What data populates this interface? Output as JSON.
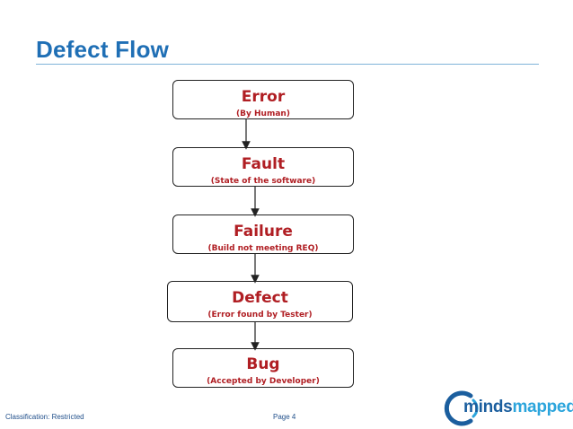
{
  "slide": {
    "title": "Defect Flow",
    "classification": "Classification: Restricted",
    "page": "Page 4"
  },
  "flow": [
    {
      "title": "Error",
      "subtitle": "(By Human)"
    },
    {
      "title": "Fault",
      "subtitle": "(State of the software)"
    },
    {
      "title": "Failure",
      "subtitle": "(Build not meeting REQ)"
    },
    {
      "title": "Defect",
      "subtitle": "(Error found  by Tester)"
    },
    {
      "title": "Bug",
      "subtitle": "(Accepted by Developer)"
    }
  ],
  "logo": {
    "part1": "minds",
    "part2": "mapped"
  },
  "colors": {
    "title": "#1f6fb5",
    "box_text": "#b01e23",
    "footer": "#1f4e8a",
    "logo_dark": "#1b5e9e",
    "logo_light": "#2ca5dc"
  }
}
